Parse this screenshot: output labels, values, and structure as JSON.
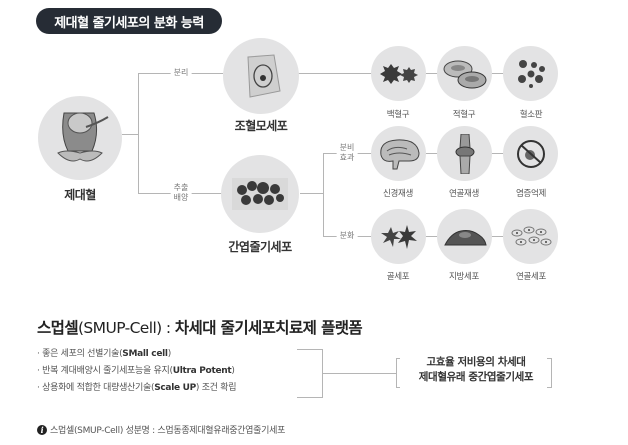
{
  "title": "제대혈 줄기세포의 분화 능력",
  "diagram": {
    "source": {
      "label": "제대혈",
      "icon": "umbilical-cord-illustration"
    },
    "branches": [
      {
        "edge_label": "분리",
        "node": {
          "label": "조혈모세포",
          "icon": "hematopoietic-cell-illustration"
        },
        "rows": [
          {
            "edge_label": "",
            "items": [
              {
                "label": "백혈구",
                "icon": "white-blood-cell-illustration"
              },
              {
                "label": "적혈구",
                "icon": "red-blood-cell-illustration"
              },
              {
                "label": "혈소판",
                "icon": "platelet-illustration"
              }
            ]
          }
        ]
      },
      {
        "edge_label_line1": "추출",
        "edge_label_line2": "배양",
        "node": {
          "label": "간엽줄기세포",
          "icon": "mesenchymal-stem-cell-illustration"
        },
        "rows": [
          {
            "edge_label_line1": "분비",
            "edge_label_line2": "효과",
            "items": [
              {
                "label": "신경재생",
                "icon": "brain-illustration"
              },
              {
                "label": "연골재생",
                "icon": "knee-joint-illustration"
              },
              {
                "label": "염증억제",
                "icon": "inflammation-prohibited-illustration"
              }
            ]
          },
          {
            "edge_label": "분화",
            "items": [
              {
                "label": "골세포",
                "icon": "bone-cell-illustration"
              },
              {
                "label": "지방세포",
                "icon": "fat-cell-illustration"
              },
              {
                "label": "연골세포",
                "icon": "cartilage-cell-illustration"
              }
            ]
          }
        ]
      }
    ]
  },
  "platform": {
    "heading_bold_1": "스멉셀",
    "heading_light": "(SMUP-Cell) : ",
    "heading_bold_2": "차세대 줄기세포치료제 플랫폼",
    "bullets": [
      {
        "prefix": "· 좋은 세포의 선별기술(",
        "emph": "SMall cell",
        "suffix": ")"
      },
      {
        "prefix": "· 반복 계대배양시 줄기세포능을 유지(",
        "emph": "Ultra Potent",
        "suffix": ")"
      },
      {
        "prefix": "· 상용화에 적합한 대량생산기술(",
        "emph": "Scale UP",
        "suffix": ") 조건 확립"
      }
    ],
    "result_line1": "고효율 저비용의 차세대",
    "result_line2": "제대혈유래 중간엽줄기세포"
  },
  "footnote": {
    "icon": "info-icon",
    "icon_glyph": "i",
    "text": "스멉셀(SMUP-Cell) 성분명 : 스멉동종제대혈유래중간엽줄기세포"
  },
  "colors": {
    "badge_bg": "#262c35",
    "circle_bg": "#e3e3e4",
    "line": "#b5b5b5"
  }
}
